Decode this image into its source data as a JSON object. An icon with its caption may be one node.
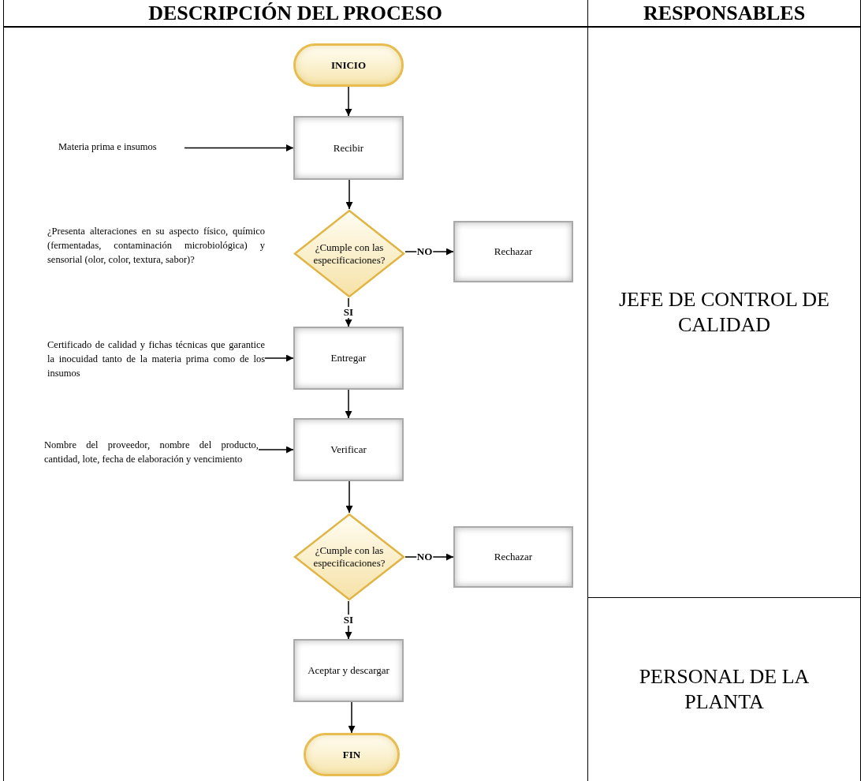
{
  "diagram": {
    "nodes": [
      {
        "text": [
          "INICIO"
        ]
      },
      {
        "text": [
          "Materia prima e insumos"
        ]
      },
      {
        "text": [
          "Recibir"
        ]
      },
      {
        "text": [
          "¿Cumple con las especificaciones?"
        ],
        "beside": [
          "¿Presenta alteraciones en su aspecto físico, químico (fermentadas, contaminación microbiológica) y sensorial (olor, color, textura, sabor)?"
        ]
      },
      {
        "text": [
          "Rechazar"
        ]
      },
      {
        "text": [
          "Certificado de calidad y fichas técnicas que garantice la inocuidad tanto de la materia prima como de los insumos"
        ]
      },
      {
        "text": [
          "Entregar"
        ]
      },
      {
        "text": [
          "Nombre del proveedor, nombre del producto, cantidad, lote, fecha de elaboración y vencimiento"
        ]
      },
      {
        "text": [
          "Verificar"
        ]
      },
      {
        "text": [
          "¿Cumple con las especificaciones?"
        ]
      },
      {
        "text": [
          "Rechazar"
        ]
      },
      {
        "text": [
          "Aceptar y descargar"
        ]
      },
      {
        "text": [
          "FIN"
        ]
      }
    ],
    "edges": [
      {
        "from": 0,
        "to": 2,
        "arrow": "to"
      },
      {
        "from": 1,
        "to": 2,
        "arrow": "to"
      },
      {
        "from": 2,
        "to": 3,
        "arrow": "to"
      },
      {
        "from": 3,
        "to": 4,
        "arrow": "to",
        "label": "NO"
      },
      {
        "from": 3,
        "to": 6,
        "arrow": "to",
        "label": "SI"
      },
      {
        "from": 5,
        "to": 6,
        "arrow": "to"
      },
      {
        "from": 6,
        "to": 8,
        "arrow": "to"
      },
      {
        "from": 7,
        "to": 8,
        "arrow": "to"
      },
      {
        "from": 8,
        "to": 9,
        "arrow": "to"
      },
      {
        "from": 9,
        "to": 10,
        "arrow": "to",
        "label": "NO"
      },
      {
        "from": 9,
        "to": 11,
        "arrow": "to",
        "label": "SI"
      },
      {
        "from": 11,
        "to": 12,
        "arrow": "to"
      }
    ],
    "labels": [
      "DESCRIPCIÓN DEL PROCESO",
      "RESPONSABLES",
      "JEFE DE CONTROL DE CALIDAD",
      "PERSONAL DE LA PLANTA"
    ]
  }
}
